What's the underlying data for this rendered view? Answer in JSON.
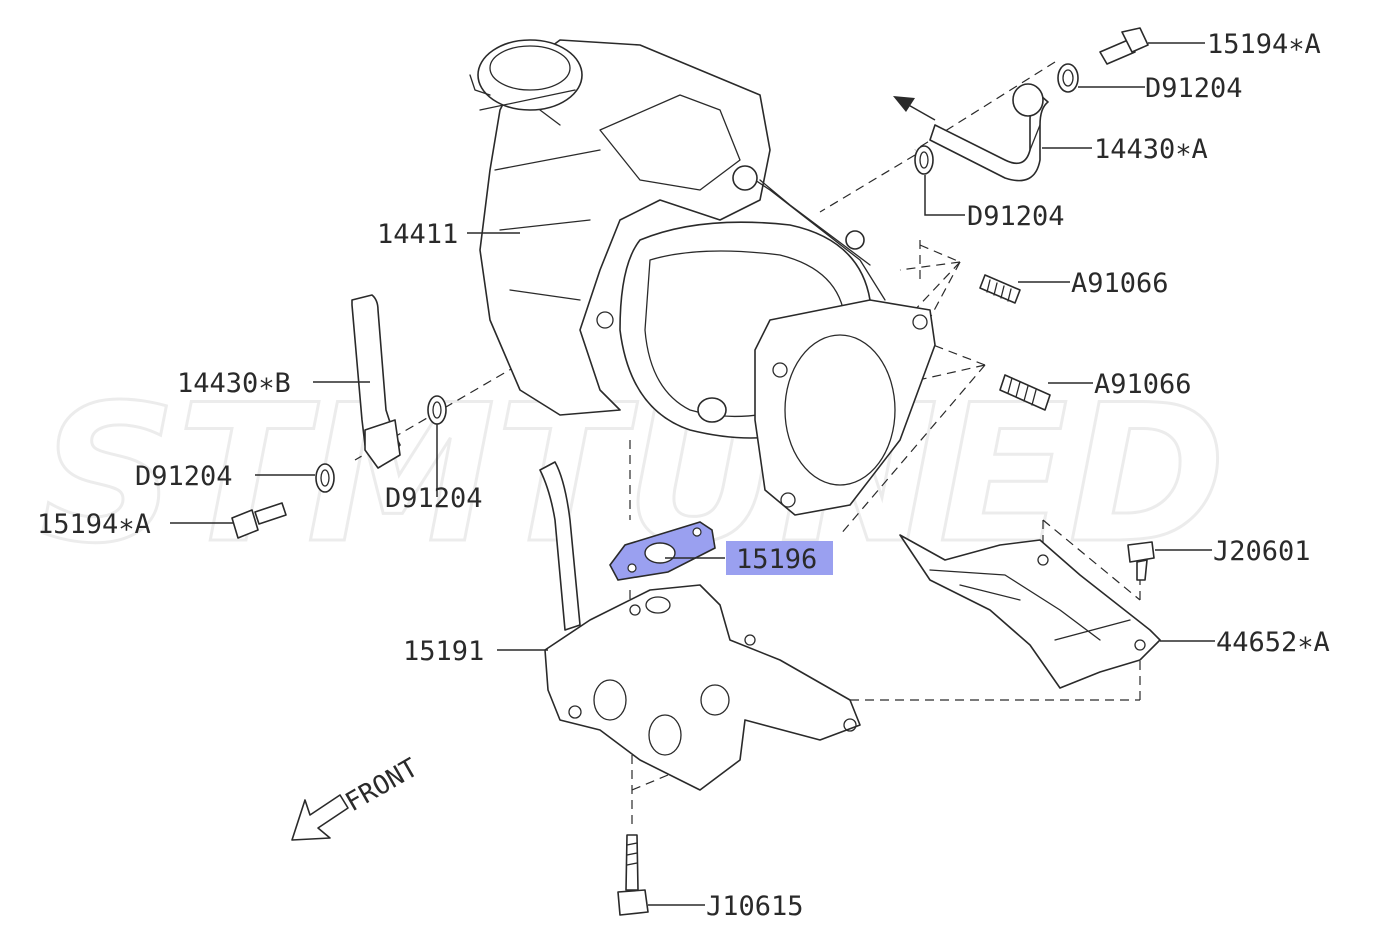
{
  "diagram": {
    "watermark": "STMTUNED",
    "direction_label": "FRONT",
    "highlight_color": "#9aa0f0",
    "highlighted_part": "15196",
    "callouts": [
      {
        "id": "c-15194a-top",
        "label": "15194∗A"
      },
      {
        "id": "c-d91204-top",
        "label": "D91204"
      },
      {
        "id": "c-14430a",
        "label": "14430∗A"
      },
      {
        "id": "c-d91204-mid",
        "label": "D91204"
      },
      {
        "id": "c-14411",
        "label": "14411"
      },
      {
        "id": "c-a91066-1",
        "label": "A91066"
      },
      {
        "id": "c-a91066-2",
        "label": "A91066"
      },
      {
        "id": "c-14430b",
        "label": "14430∗B"
      },
      {
        "id": "c-d91204-left",
        "label": "D91204"
      },
      {
        "id": "c-d91204-left2",
        "label": "D91204"
      },
      {
        "id": "c-15194a-left",
        "label": "15194∗A"
      },
      {
        "id": "c-15196",
        "label": "15196"
      },
      {
        "id": "c-j20601",
        "label": "J20601"
      },
      {
        "id": "c-15191",
        "label": "15191"
      },
      {
        "id": "c-44652a",
        "label": "44652∗A"
      },
      {
        "id": "c-j10615",
        "label": "J10615"
      }
    ]
  }
}
